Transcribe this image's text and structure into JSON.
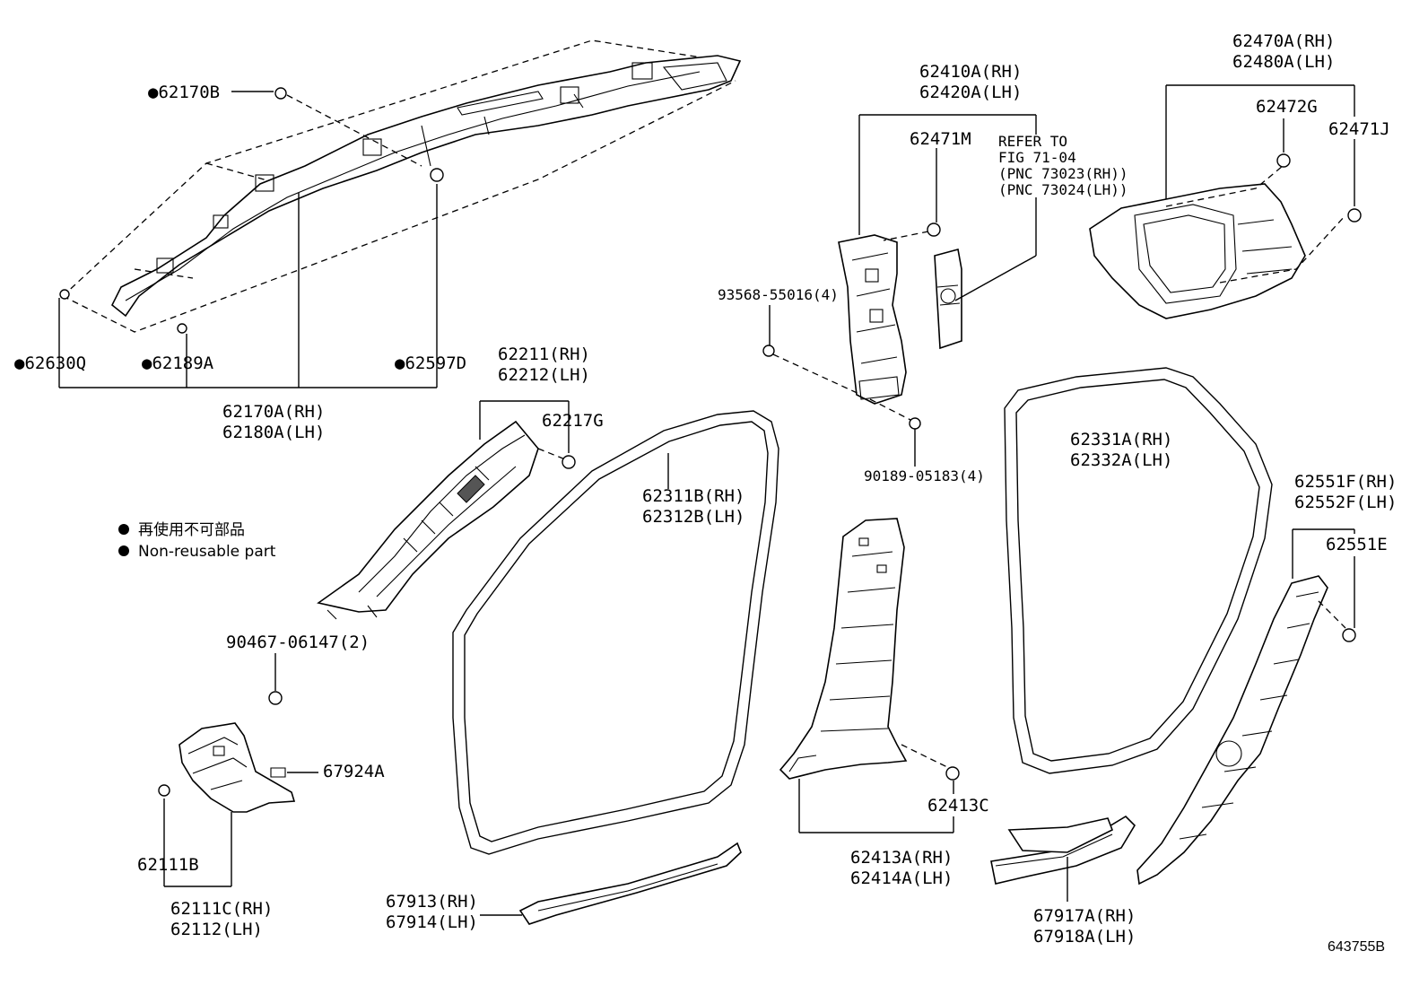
{
  "diagram": {
    "drawing_id": "643755B",
    "legend": {
      "jp": "再使用不可部品",
      "en": "Non-reusable part"
    },
    "labels": {
      "p62170B": "●62170B",
      "p62630Q": "●62630Q",
      "p62189A": "●62189A",
      "p62597D": "●62597D",
      "p62170A_rh": "62170A(RH)",
      "p62180A_lh": "62180A(LH)",
      "p62211_rh": "62211(RH)",
      "p62212_lh": "62212(LH)",
      "p62217G": "62217G",
      "p90467": "90467-06147(2)",
      "p67924A": "67924A",
      "p62111B": "62111B",
      "p62111C_rh": "62111C(RH)",
      "p62112_lh": "62112(LH)",
      "p62311B_rh": "62311B(RH)",
      "p62312B_lh": "62312B(LH)",
      "p67913_rh": "67913(RH)",
      "p67914_lh": "67914(LH)",
      "p62410A_rh": "62410A(RH)",
      "p62420A_lh": "62420A(LH)",
      "p62471M": "62471M",
      "refer_1": "REFER TO",
      "refer_2": "FIG 71-04",
      "refer_3": "(PNC 73023(RH))",
      "refer_4": "(PNC 73024(LH))",
      "p93568": "93568-55016(4)",
      "p90189": "90189-05183(4)",
      "p62413C": "62413C",
      "p62413A_rh": "62413A(RH)",
      "p62414A_lh": "62414A(LH)",
      "p62470A_rh": "62470A(RH)",
      "p62480A_lh": "62480A(LH)",
      "p62472G": "62472G",
      "p62471J": "62471J",
      "p62331A_rh": "62331A(RH)",
      "p62332A_lh": "62332A(LH)",
      "p62551F_rh": "62551F(RH)",
      "p62552F_lh": "62552F(LH)",
      "p62551E": "62551E",
      "p67917A_rh": "67917A(RH)",
      "p67918A_lh": "67918A(LH)"
    }
  }
}
